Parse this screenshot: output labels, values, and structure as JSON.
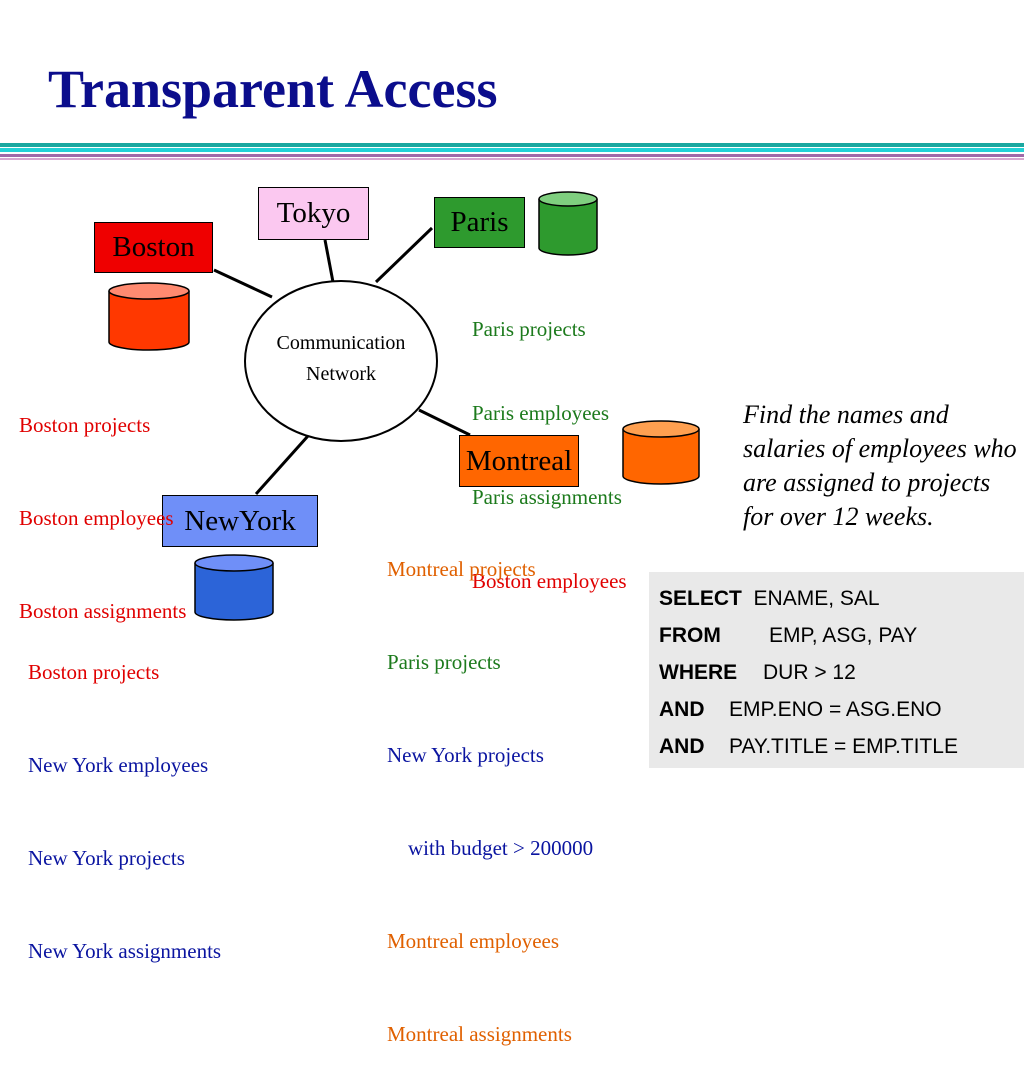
{
  "title": "Transparent Access",
  "colors": {
    "title": "#0b0d8c",
    "rule_teal": "#1aa8a0",
    "rule_cyan": "#22d3d6",
    "rule_purple": "#a06aa8",
    "rule_pink": "#d8a8d0",
    "boston": "#ef0000",
    "tokyo": "#fbc8f0",
    "paris": "#2e9a2e",
    "montreal": "#ff6600",
    "newyork": "#6f8ff8",
    "sql_bg": "#e9e9e9"
  },
  "network": {
    "line1": "Communication",
    "line2": "Network"
  },
  "sites": {
    "tokyo": {
      "name": "Tokyo"
    },
    "boston": {
      "name": "Boston",
      "db": [
        "Boston projects",
        "Boston employees",
        "Boston assignments"
      ]
    },
    "paris": {
      "name": "Paris",
      "db": [
        "Paris projects",
        "Paris employees",
        "Paris assignments",
        "Boston employees"
      ]
    },
    "montreal": {
      "name": "Montreal",
      "db": [
        "Montreal projects",
        "Paris projects",
        "New York projects",
        "    with budget > 200000",
        "Montreal employees",
        "Montreal assignments"
      ]
    },
    "newyork": {
      "name": "NewYork",
      "db": [
        "Boston projects",
        "New York employees",
        "New York projects",
        "New York assignments"
      ]
    }
  },
  "query_description": "Find the names and salaries of employees who are assigned to projects for over 12 weeks.",
  "sql": [
    {
      "keyword": "SELECT",
      "text": "ENAME, SAL"
    },
    {
      "keyword": "FROM",
      "text": "EMP, ASG, PAY"
    },
    {
      "keyword": "WHERE",
      "text": "DUR > 12"
    },
    {
      "keyword": "AND",
      "text": "EMP.ENO = ASG.ENO"
    },
    {
      "keyword": "AND",
      "text": "PAY.TITLE = EMP.TITLE"
    }
  ]
}
